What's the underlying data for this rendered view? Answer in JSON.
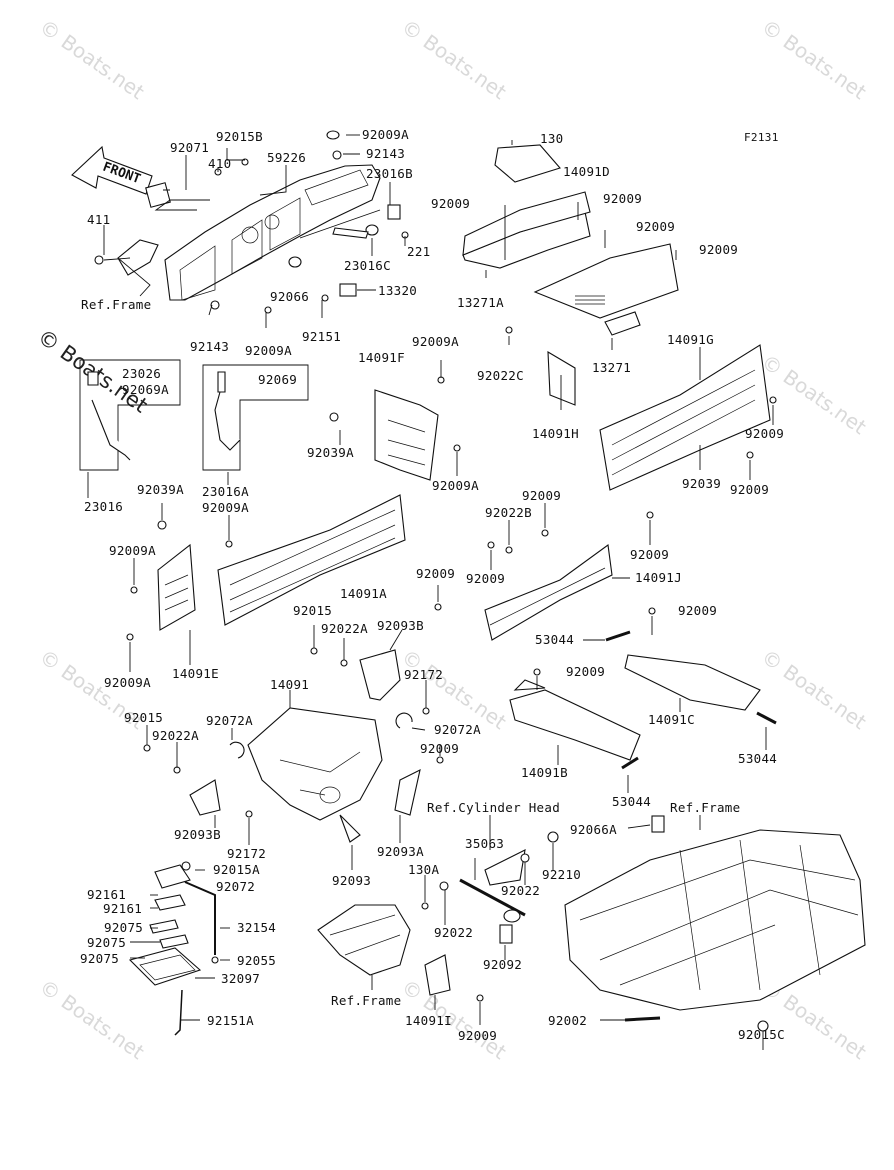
{
  "diagram_code": "F2131",
  "front_label": "FRONT",
  "watermark": "© Boats.net",
  "labels": {
    "l_92071": "92071",
    "l_92015B": "92015B",
    "l_410": "410",
    "l_59226": "59226",
    "l_92009A_top": "92009A",
    "l_92143_top": "92143",
    "l_23016B": "23016B",
    "l_411": "411",
    "l_221": "221",
    "l_23016C": "23016C",
    "l_refframe_top": "Ref.Frame",
    "l_92066": "92066",
    "l_13320": "13320",
    "l_92143_b": "92143",
    "l_92009A_b": "92009A",
    "l_92151": "92151",
    "l_130": "130",
    "l_14091D": "14091D",
    "l_92009_a": "92009",
    "l_92009_b": "92009",
    "l_92009_c": "92009",
    "l_92009_d": "92009",
    "l_13271A": "13271A",
    "l_13271": "13271",
    "l_23026": "23026",
    "l_92069A": "92069A",
    "l_23016": "23016",
    "l_92069": "92069",
    "l_23016A": "23016A",
    "l_92009A_f": "92009A",
    "l_14091F": "14091F",
    "l_92039A_a": "92039A",
    "l_92009A_g": "92009A",
    "l_92022C": "92022C",
    "l_14091H": "14091H",
    "l_14091G": "14091G",
    "l_92009_e": "92009",
    "l_92039": "92039",
    "l_92009_f": "92009",
    "l_92039A_b": "92039A",
    "l_92009A_h": "92009A",
    "l_14091A": "14091A",
    "l_92009A_i": "92009A",
    "l_14091E": "14091E",
    "l_92009A_j": "92009A",
    "l_92022B": "92022B",
    "l_92009_g": "92009",
    "l_92009_h": "92009",
    "l_14091J": "14091J",
    "l_92009_i": "92009",
    "l_92009_j": "92009",
    "l_92015_a": "92015",
    "l_92022A_a": "92022A",
    "l_92093B_a": "92093B",
    "l_92172_a": "92172",
    "l_53044_a": "53044",
    "l_92009_k": "92009",
    "l_92009_l": "92009",
    "l_14091C": "14091C",
    "l_53044_b": "53044",
    "l_14091": "14091",
    "l_92072A_a": "92072A",
    "l_92072A_b": "92072A",
    "l_92009_m": "92009",
    "l_92015_b": "92015",
    "l_92022A_b": "92022A",
    "l_14091B": "14091B",
    "l_53044_c": "53044",
    "l_refcyl": "Ref.Cylinder Head",
    "l_refframe_r": "Ref.Frame",
    "l_92066A": "92066A",
    "l_92093B_b": "92093B",
    "l_92172_b": "92172",
    "l_92093A": "92093A",
    "l_35063": "35063",
    "l_92210": "92210",
    "l_92093": "92093",
    "l_130A": "130A",
    "l_92022_a": "92022",
    "l_92015A": "92015A",
    "l_92072": "92072",
    "l_92161_a": "92161",
    "l_92161_b": "92161",
    "l_32154": "32154",
    "l_92075_a": "92075",
    "l_92075_b": "92075",
    "l_92075_c": "92075",
    "l_92055": "92055",
    "l_32097": "32097",
    "l_92022_b": "92022",
    "l_92092": "92092",
    "l_refframe_b": "Ref.Frame",
    "l_14091I": "14091I",
    "l_92009_n": "92009",
    "l_92002": "92002",
    "l_92015C": "92015C",
    "l_92151A": "92151A"
  }
}
